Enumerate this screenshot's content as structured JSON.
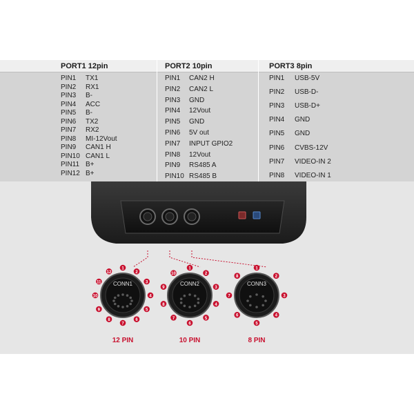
{
  "ports": [
    {
      "title": "PORT1 12pin",
      "pins": [
        {
          "pin": "PIN1",
          "fn": "TX1"
        },
        {
          "pin": "PIN2",
          "fn": "RX1"
        },
        {
          "pin": "PIN3",
          "fn": "B-"
        },
        {
          "pin": "PIN4",
          "fn": "ACC"
        },
        {
          "pin": "PIN5",
          "fn": "B-"
        },
        {
          "pin": "PIN6",
          "fn": "TX2"
        },
        {
          "pin": "PIN7",
          "fn": "RX2"
        },
        {
          "pin": "PIN8",
          "fn": "MI-12Vout"
        },
        {
          "pin": "PIN9",
          "fn": "CAN1 H"
        },
        {
          "pin": "PIN10",
          "fn": "CAN1 L"
        },
        {
          "pin": "PIN11",
          "fn": "B+"
        },
        {
          "pin": "PIN12",
          "fn": "B+"
        }
      ]
    },
    {
      "title": "PORT2 10pin",
      "pins": [
        {
          "pin": "PIN1",
          "fn": "CAN2 H"
        },
        {
          "pin": "PIN2",
          "fn": "CAN2 L"
        },
        {
          "pin": "PIN3",
          "fn": "GND"
        },
        {
          "pin": "PIN4",
          "fn": "12Vout"
        },
        {
          "pin": "PIN5",
          "fn": "GND"
        },
        {
          "pin": "PIN6",
          "fn": "5V out"
        },
        {
          "pin": "PIN7",
          "fn": "INPUT GPIO2"
        },
        {
          "pin": "PIN8",
          "fn": "12Vout"
        },
        {
          "pin": "PIN9",
          "fn": "RS485 A"
        },
        {
          "pin": "PIN10",
          "fn": "RS485 B"
        }
      ]
    },
    {
      "title": "PORT3 8pin",
      "pins": [
        {
          "pin": "PIN1",
          "fn": "USB-5V"
        },
        {
          "pin": "PIN2",
          "fn": "USB-D-"
        },
        {
          "pin": "PIN3",
          "fn": "USB-D+"
        },
        {
          "pin": "PIN4",
          "fn": "GND"
        },
        {
          "pin": "PIN5",
          "fn": "GND"
        },
        {
          "pin": "PIN6",
          "fn": "CVBS-12V"
        },
        {
          "pin": "PIN7",
          "fn": "VIDEO-IN 2"
        },
        {
          "pin": "PIN8",
          "fn": "VIDEO-IN 1"
        }
      ]
    }
  ],
  "device": {
    "button_labels": [
      "",
      ""
    ]
  },
  "connectors": [
    {
      "name": "CONN1",
      "pin_label": "12 PIN",
      "pin_count": 12
    },
    {
      "name": "CONN2",
      "pin_label": "10 PIN",
      "pin_count": 10
    },
    {
      "name": "CONN3",
      "pin_label": "8 PIN",
      "pin_count": 8
    }
  ],
  "colors": {
    "accent": "#c8102e",
    "device_body": "#2b2b2b",
    "table_bg": "#d4d4d4",
    "header_bg": "#efefef"
  }
}
